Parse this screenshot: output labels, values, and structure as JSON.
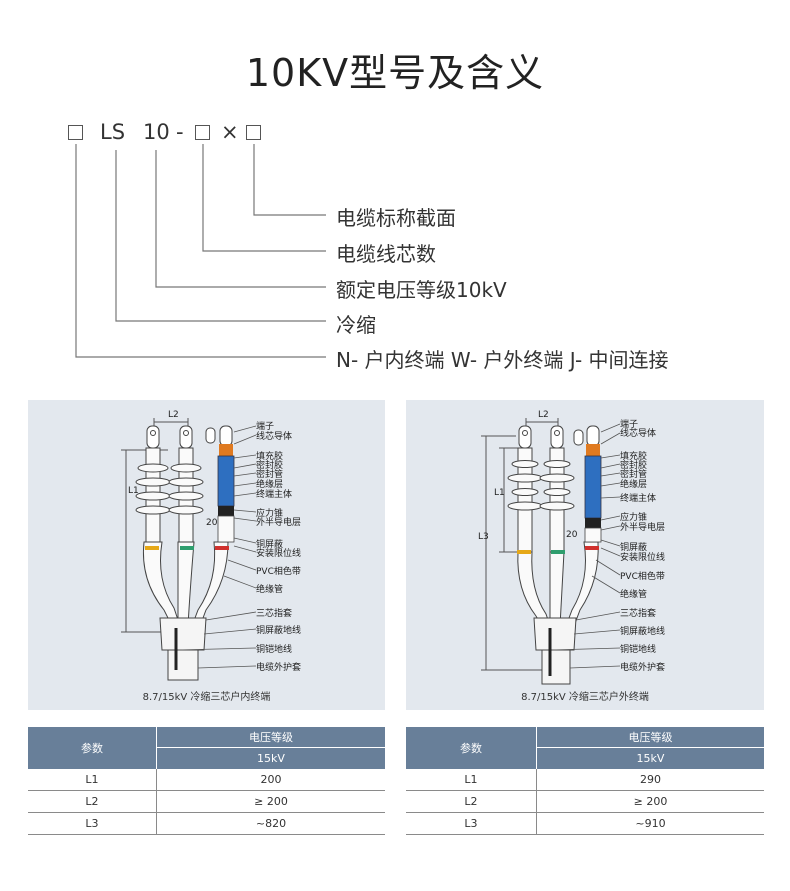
{
  "title": "10KV型号及含义",
  "model_code": {
    "parts": [
      "LS",
      "10",
      "-",
      "×"
    ]
  },
  "meanings": [
    "电缆标称截面",
    "电缆线芯数",
    "额定电压等级10kV",
    "冷缩",
    "N- 户内终端 W- 户外终端  J- 中间连接"
  ],
  "diagrams": [
    {
      "caption": "8.7/15kV 冷缩三芯户内终端",
      "dims": {
        "l1": "L1",
        "l2": "L2",
        "twenty": "20"
      },
      "callouts": [
        "端子",
        "线芯导体",
        "填充胶",
        "密封胶",
        "密封管",
        "绝缘层",
        "终端主体",
        "应力锥",
        "外半导电层",
        "铜屏蔽",
        "安装限位线",
        "PVC相色带",
        "绝缘管",
        "三芯指套",
        "铜屏蔽地线",
        "铜铠地线",
        "电缆外护套"
      ]
    },
    {
      "caption": "8.7/15kV 冷缩三芯户外终端",
      "dims": {
        "l1": "L1",
        "l2": "L2",
        "l3": "L3",
        "twenty": "20"
      },
      "callouts": [
        "端子",
        "线芯导体",
        "填充胶",
        "密封胶",
        "密封管",
        "绝缘层",
        "终端主体",
        "应力锥",
        "外半导电层",
        "铜屏蔽",
        "安装限位线",
        "PVC相色带",
        "绝缘管",
        "三芯指套",
        "铜屏蔽地线",
        "铜铠地线",
        "电缆外护套"
      ]
    }
  ],
  "tables": [
    {
      "param_header": "参数",
      "group_header": "电压等级",
      "sub_header": "15kV",
      "rows": [
        {
          "param": "L1",
          "value": "200"
        },
        {
          "param": "L2",
          "value": "≥ 200"
        },
        {
          "param": "L3",
          "value": "~820"
        }
      ]
    },
    {
      "param_header": "参数",
      "group_header": "电压等级",
      "sub_header": "15kV",
      "rows": [
        {
          "param": "L1",
          "value": "290"
        },
        {
          "param": "L2",
          "value": "≥ 200"
        },
        {
          "param": "L3",
          "value": "~910"
        }
      ]
    }
  ],
  "colors": {
    "table_header": "#687f99",
    "panel_bg": "#e3e8ee",
    "core_blue": "#2e6fc0",
    "lug_orange": "#e07a20",
    "phase_red": "#d0312d",
    "phase_green": "#2f9e6e",
    "phase_yellow": "#e6a817"
  }
}
